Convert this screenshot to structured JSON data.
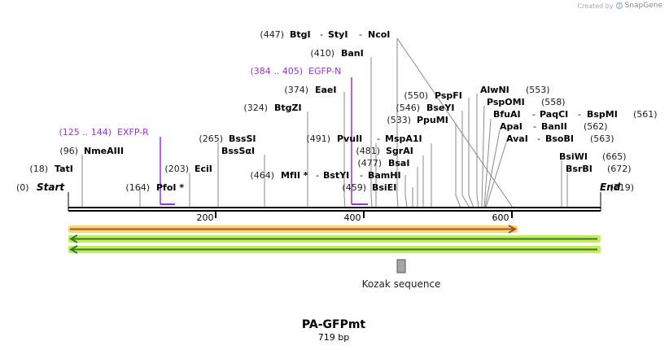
{
  "credit": {
    "prefix": "Created by",
    "brand": "SnapGene"
  },
  "sequence": {
    "name": "PA-GFPmt",
    "length_label": "719 bp",
    "length": 719
  },
  "ends": {
    "start_pos": "(0)",
    "start_label": "Start",
    "end_label": "End",
    "end_pos": "(719)"
  },
  "ticks": [
    "200",
    "400",
    "600"
  ],
  "sites": [
    {
      "pos": "(447)",
      "names": [
        "BtgI",
        "StyI",
        "NcoI"
      ]
    },
    {
      "pos": "(410)",
      "names": [
        "BanI"
      ]
    },
    {
      "pos": "(374)",
      "names": [
        "EaeI"
      ]
    },
    {
      "pos": "(324)",
      "names": [
        "BtgZI"
      ]
    },
    {
      "pos": "(96)",
      "names": [
        "NmeAIII"
      ]
    },
    {
      "pos": "(18)",
      "names": [
        "TatI"
      ]
    },
    {
      "pos": "(164)",
      "names": [
        "PfoI *"
      ]
    },
    {
      "pos": "(203)",
      "names": [
        "EciI"
      ]
    },
    {
      "pos": "(265)",
      "names": [
        "BssSI"
      ]
    },
    {
      "pos": "",
      "names": [
        "BssSαI"
      ]
    },
    {
      "pos": "(464)",
      "names": [
        "MfII *",
        "BstYI",
        "BamHI"
      ]
    },
    {
      "pos": "(491)",
      "names": [
        "PvuII",
        "MspA1I"
      ]
    },
    {
      "pos": "(481)",
      "names": [
        "SgrAI"
      ]
    },
    {
      "pos": "(477)",
      "names": [
        "BsaI"
      ]
    },
    {
      "pos": "(459)",
      "names": [
        "BsiEI"
      ]
    },
    {
      "pos": "(550)",
      "names": [
        "PspFI"
      ]
    },
    {
      "pos": "(546)",
      "names": [
        "BseYI"
      ]
    },
    {
      "pos": "(533)",
      "names": [
        "PpuMI"
      ]
    },
    {
      "pos": "(553)",
      "names": [
        "AlwNI"
      ]
    },
    {
      "pos": "(558)",
      "names": [
        "PspOMI"
      ]
    },
    {
      "pos": "(561)",
      "names": [
        "BfuAI",
        "PaqCI",
        "BspMI"
      ]
    },
    {
      "pos": "(562)",
      "names": [
        "ApaI",
        "BanII"
      ]
    },
    {
      "pos": "(563)",
      "names": [
        "AvaI",
        "BsoBI"
      ]
    },
    {
      "pos": "(665)",
      "names": [
        "BsiWI"
      ]
    },
    {
      "pos": "(672)",
      "names": [
        "BsrBI"
      ]
    }
  ],
  "primers": [
    {
      "range": "(384 .. 405)",
      "name": "EGFP-N",
      "color": "#9b30d9"
    },
    {
      "range": "(125 .. 144)",
      "name": "EXFP-R",
      "color": "#9b30d9"
    }
  ],
  "features": [
    {
      "name": "orange-forward-feature",
      "direction": "forward",
      "start": 1,
      "end": 605,
      "color": "#f5c842"
    },
    {
      "name": "green-reverse-feature-1",
      "direction": "reverse",
      "start": 1,
      "end": 719,
      "color": "#b5e61d"
    },
    {
      "name": "green-reverse-feature-2",
      "direction": "reverse",
      "start": 1,
      "end": 719,
      "color": "#b5e61d"
    }
  ],
  "kozak": {
    "label": "Kozak sequence",
    "color": "#9a9a9a"
  }
}
